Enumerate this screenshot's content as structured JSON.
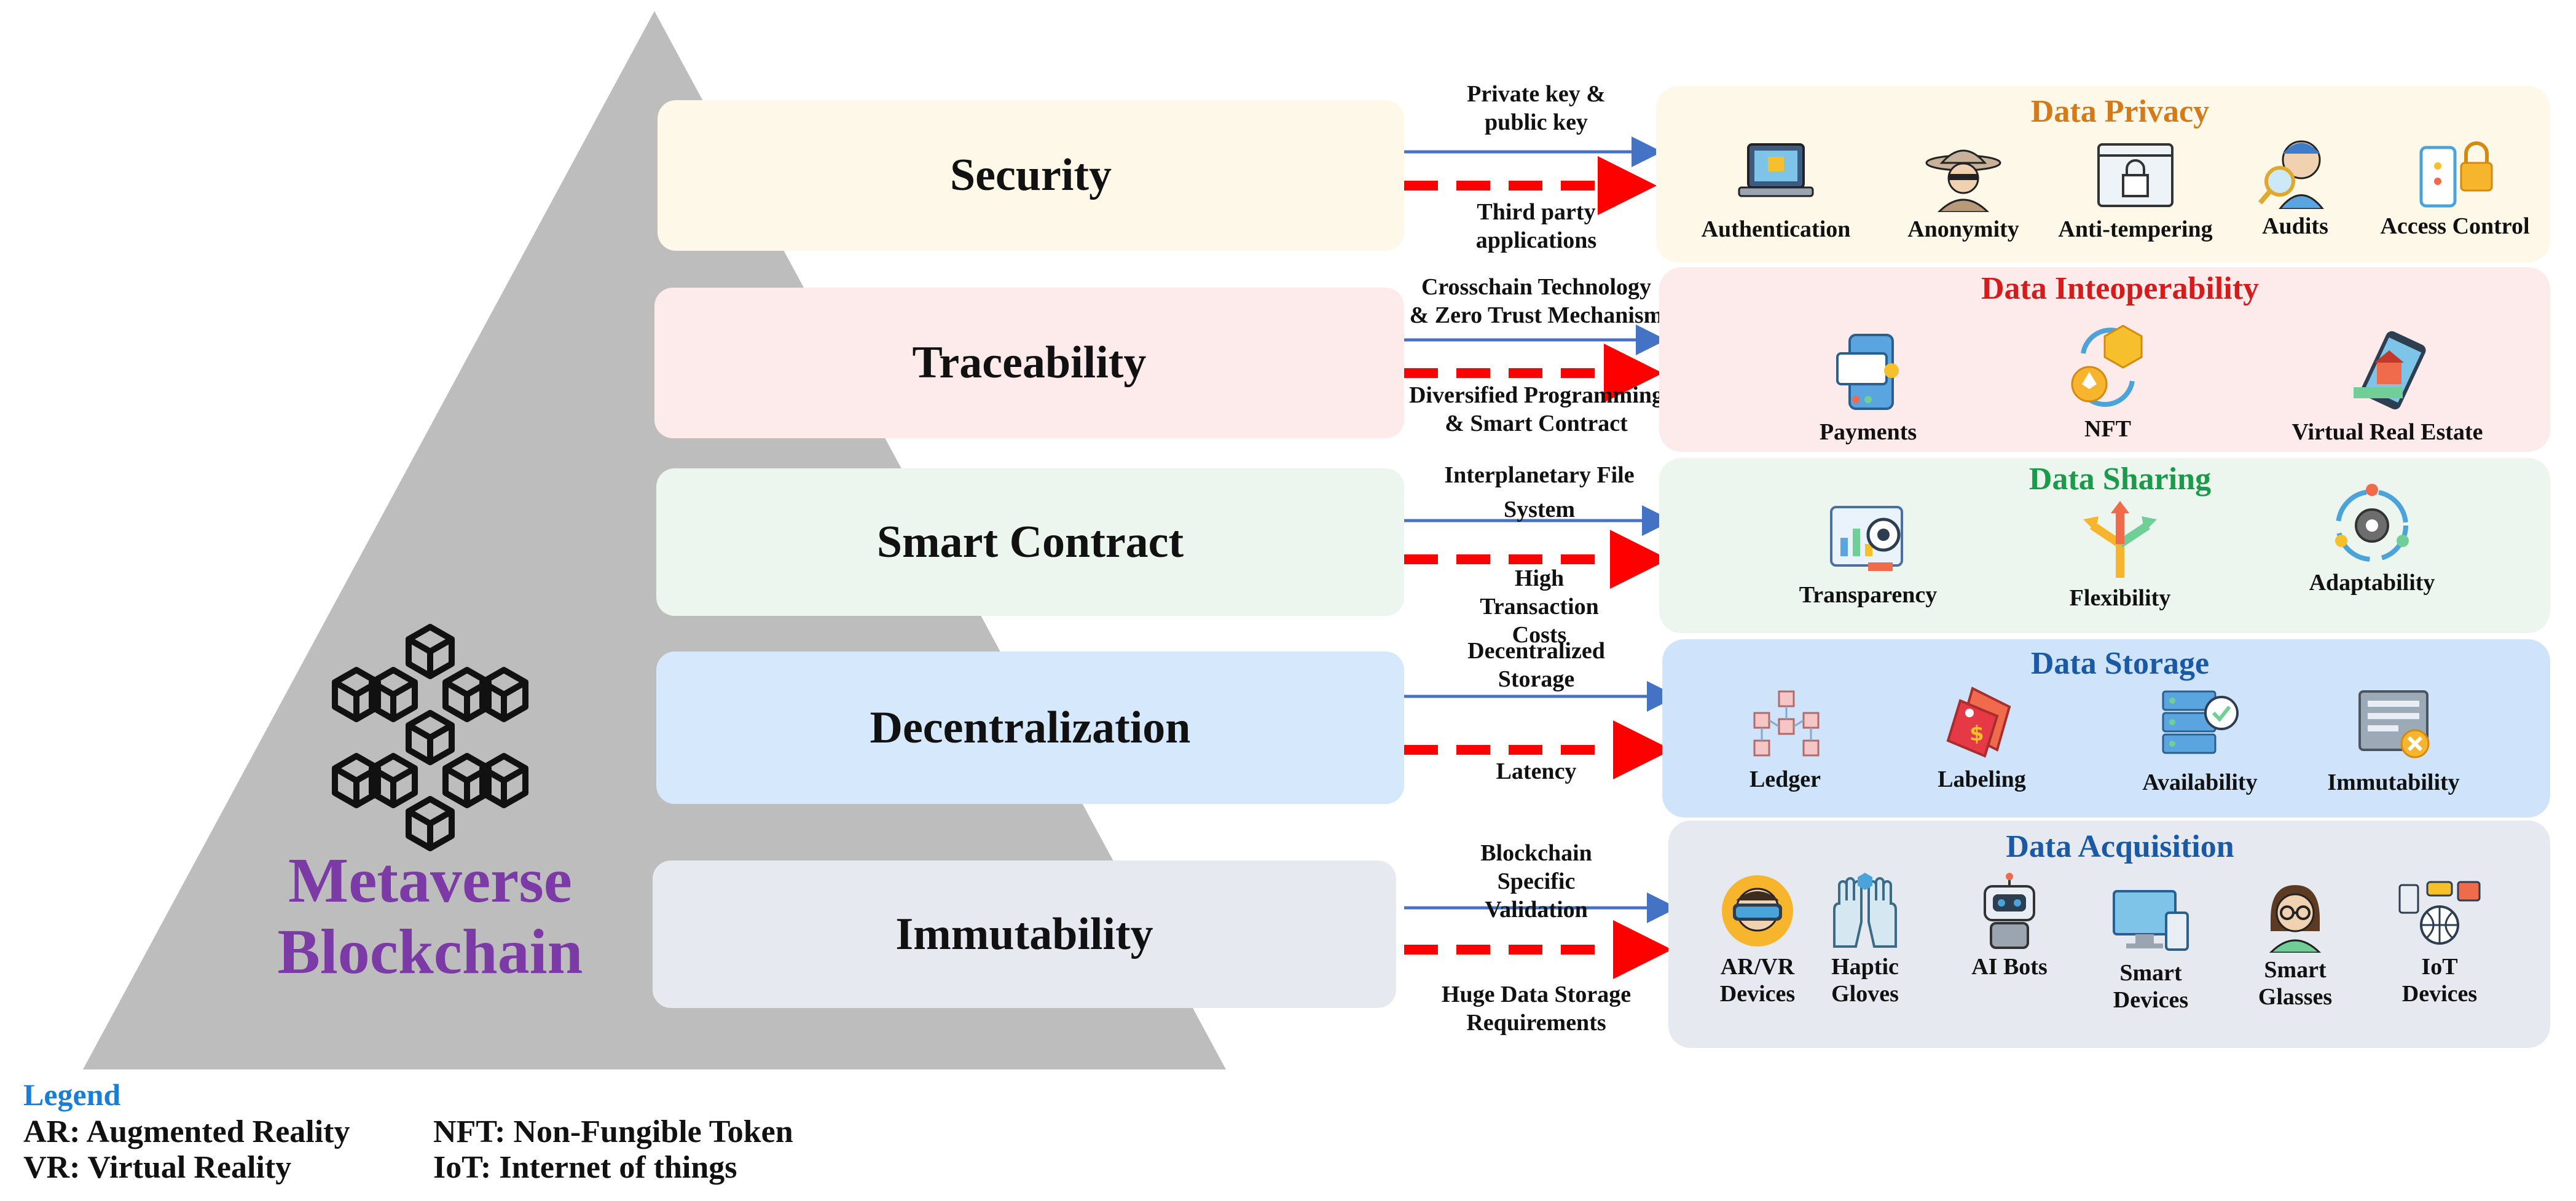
{
  "pyramid": {
    "title_line1": "Metaverse",
    "title_line2": "Blockchain",
    "title_color": "#7b3aa5",
    "fill_color": "#bdbdbd"
  },
  "layers": [
    {
      "label": "Security",
      "bg": "#fdf8e8"
    },
    {
      "label": "Traceability",
      "bg": "#fdeaea"
    },
    {
      "label": "Smart Contract",
      "bg": "#edf6ee"
    },
    {
      "label": "Decentralization",
      "bg": "#d6e8fb"
    },
    {
      "label": "Immutability",
      "bg": "#e6eaf0"
    }
  ],
  "arrows": [
    {
      "top_label": "Private key &\npublic key",
      "bottom_label": "Third party\napplications"
    },
    {
      "top_label": "Crosschain Technology\n& Zero Trust Mechanism",
      "bottom_label": "Diversified Programming\n& Smart Contract"
    },
    {
      "top_label": "Interplanetary File\nSystem",
      "bottom_label": "High\nTransaction\nCosts"
    },
    {
      "top_label": "Decentralized\nStorage",
      "bottom_label": "Latency"
    },
    {
      "top_label": "Blockchain\nSpecific\nValidation",
      "bottom_label": "Huge Data Storage\nRequirements"
    }
  ],
  "arrow_colors": {
    "solid": "#4472c4",
    "dashed": "#ff0000"
  },
  "categories": [
    {
      "title": "Data Privacy",
      "title_color": "#d47a1a",
      "bg": "#fdf8e8",
      "features": [
        {
          "label": "Authentication",
          "icon": "laptop-lock-icon"
        },
        {
          "label": "Anonymity",
          "icon": "spy-icon"
        },
        {
          "label": "Anti-tempering",
          "icon": "lock-window-icon"
        },
        {
          "label": "Audits",
          "icon": "auditor-icon"
        },
        {
          "label": "Access Control",
          "icon": "phone-lock-icon"
        }
      ]
    },
    {
      "title": "Data Inteoperability",
      "title_color": "#d41c1c",
      "bg": "#fdeaea",
      "features": [
        {
          "label": "Payments",
          "icon": "payment-icon"
        },
        {
          "label": "NFT",
          "icon": "nft-icon"
        },
        {
          "label": "Virtual Real  Estate",
          "icon": "vr-estate-icon"
        }
      ]
    },
    {
      "title": "Data Sharing",
      "title_color": "#1a9a4a",
      "bg": "#edf6ee",
      "features": [
        {
          "label": "Transparency",
          "icon": "eye-chart-icon"
        },
        {
          "label": "Flexibility",
          "icon": "branch-arrows-icon"
        },
        {
          "label": "Adaptability",
          "icon": "gear-cycle-icon"
        }
      ]
    },
    {
      "title": "Data Storage",
      "title_color": "#1a5aa5",
      "bg": "#cfe4fa",
      "features": [
        {
          "label": "Ledger",
          "icon": "ledger-cubes-icon"
        },
        {
          "label": "Labeling",
          "icon": "tags-icon"
        },
        {
          "label": "Availability",
          "icon": "server-check-icon"
        },
        {
          "label": "Immutability",
          "icon": "doc-x-icon"
        }
      ]
    },
    {
      "title": "Data Acquisition",
      "title_color": "#1a5aa5",
      "bg": "#e6eaf0",
      "features": [
        {
          "label": "AR/VR\nDevices",
          "icon": "vr-headset-icon"
        },
        {
          "label": "Haptic\nGloves",
          "icon": "gloves-icon"
        },
        {
          "label": "AI Bots",
          "icon": "robot-icon"
        },
        {
          "label": "Smart\nDevices",
          "icon": "monitor-phone-icon"
        },
        {
          "label": "Smart\nGlasses",
          "icon": "glasses-person-icon"
        },
        {
          "label": "IoT\nDevices",
          "icon": "iot-icon"
        }
      ]
    }
  ],
  "legend": {
    "title": "Legend",
    "items": [
      "AR: Augmented Reality",
      "NFT: Non-Fungible Token",
      "VR: Virtual Reality",
      "IoT: Internet of things"
    ]
  }
}
